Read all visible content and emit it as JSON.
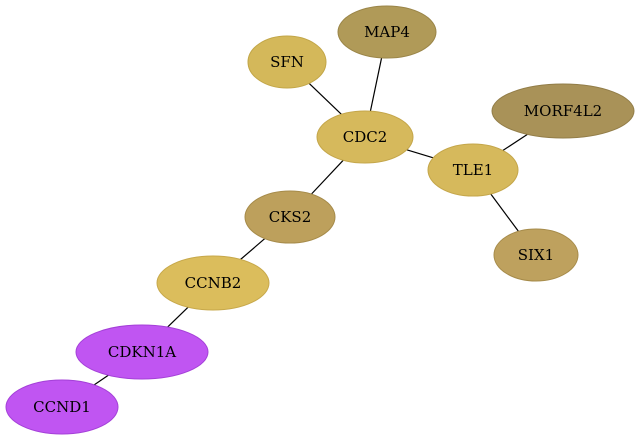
{
  "graph": {
    "nodes": [
      {
        "id": "MAP4",
        "label": "MAP4",
        "color": "#b09a58",
        "stroke": "#9a8548"
      },
      {
        "id": "SFN",
        "label": "SFN",
        "color": "#d4b85a",
        "stroke": "#c2a648"
      },
      {
        "id": "MORF4L2",
        "label": "MORF4L2",
        "color": "#a99258",
        "stroke": "#927d48"
      },
      {
        "id": "CDC2",
        "label": "CDC2",
        "color": "#d6b95c",
        "stroke": "#c4a64a"
      },
      {
        "id": "TLE1",
        "label": "TLE1",
        "color": "#d6b95c",
        "stroke": "#c4a64a"
      },
      {
        "id": "CKS2",
        "label": "CKS2",
        "color": "#bda05c",
        "stroke": "#a68b4a"
      },
      {
        "id": "SIX1",
        "label": "SIX1",
        "color": "#bea15e",
        "stroke": "#a68b4a"
      },
      {
        "id": "CCNB2",
        "label": "CCNB2",
        "color": "#dbbd5c",
        "stroke": "#c7a84a"
      },
      {
        "id": "CDKN1A",
        "label": "CDKN1A",
        "color": "#c055f2",
        "stroke": "#a440d8"
      },
      {
        "id": "CCND1",
        "label": "CCND1",
        "color": "#c055f2",
        "stroke": "#a440d8"
      }
    ],
    "edges": [
      {
        "source": "SFN",
        "target": "CDC2"
      },
      {
        "source": "MAP4",
        "target": "CDC2"
      },
      {
        "source": "CDC2",
        "target": "TLE1"
      },
      {
        "source": "MORF4L2",
        "target": "TLE1"
      },
      {
        "source": "TLE1",
        "target": "SIX1"
      },
      {
        "source": "CDC2",
        "target": "CKS2"
      },
      {
        "source": "CKS2",
        "target": "CCNB2"
      },
      {
        "source": "CCNB2",
        "target": "CDKN1A"
      },
      {
        "source": "CDKN1A",
        "target": "CCND1"
      }
    ]
  }
}
